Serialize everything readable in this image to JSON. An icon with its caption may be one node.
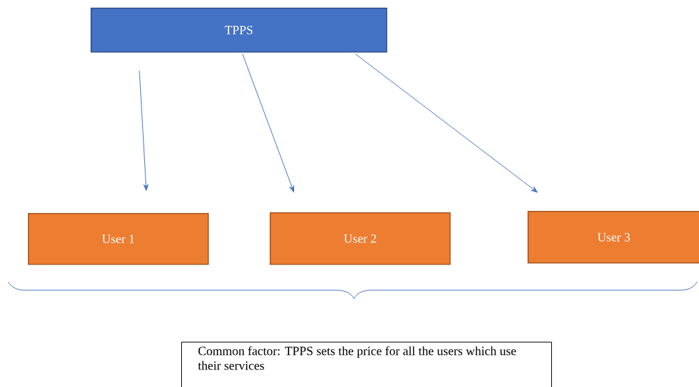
{
  "diagram": {
    "nodes": [
      {
        "text": [
          "TPPS"
        ]
      },
      {
        "text": [
          "User 1"
        ]
      },
      {
        "text": [
          "User 2"
        ]
      },
      {
        "text": [
          "User 3"
        ]
      },
      {
        "text": [
          "Common factor: TPPS sets the price for all the users which use their services"
        ]
      }
    ],
    "edges": [
      {
        "from": 0,
        "to": 1,
        "arrow": "to"
      },
      {
        "from": 0,
        "to": 2,
        "arrow": "to"
      },
      {
        "from": 0,
        "to": 3,
        "arrow": "to"
      }
    ]
  }
}
